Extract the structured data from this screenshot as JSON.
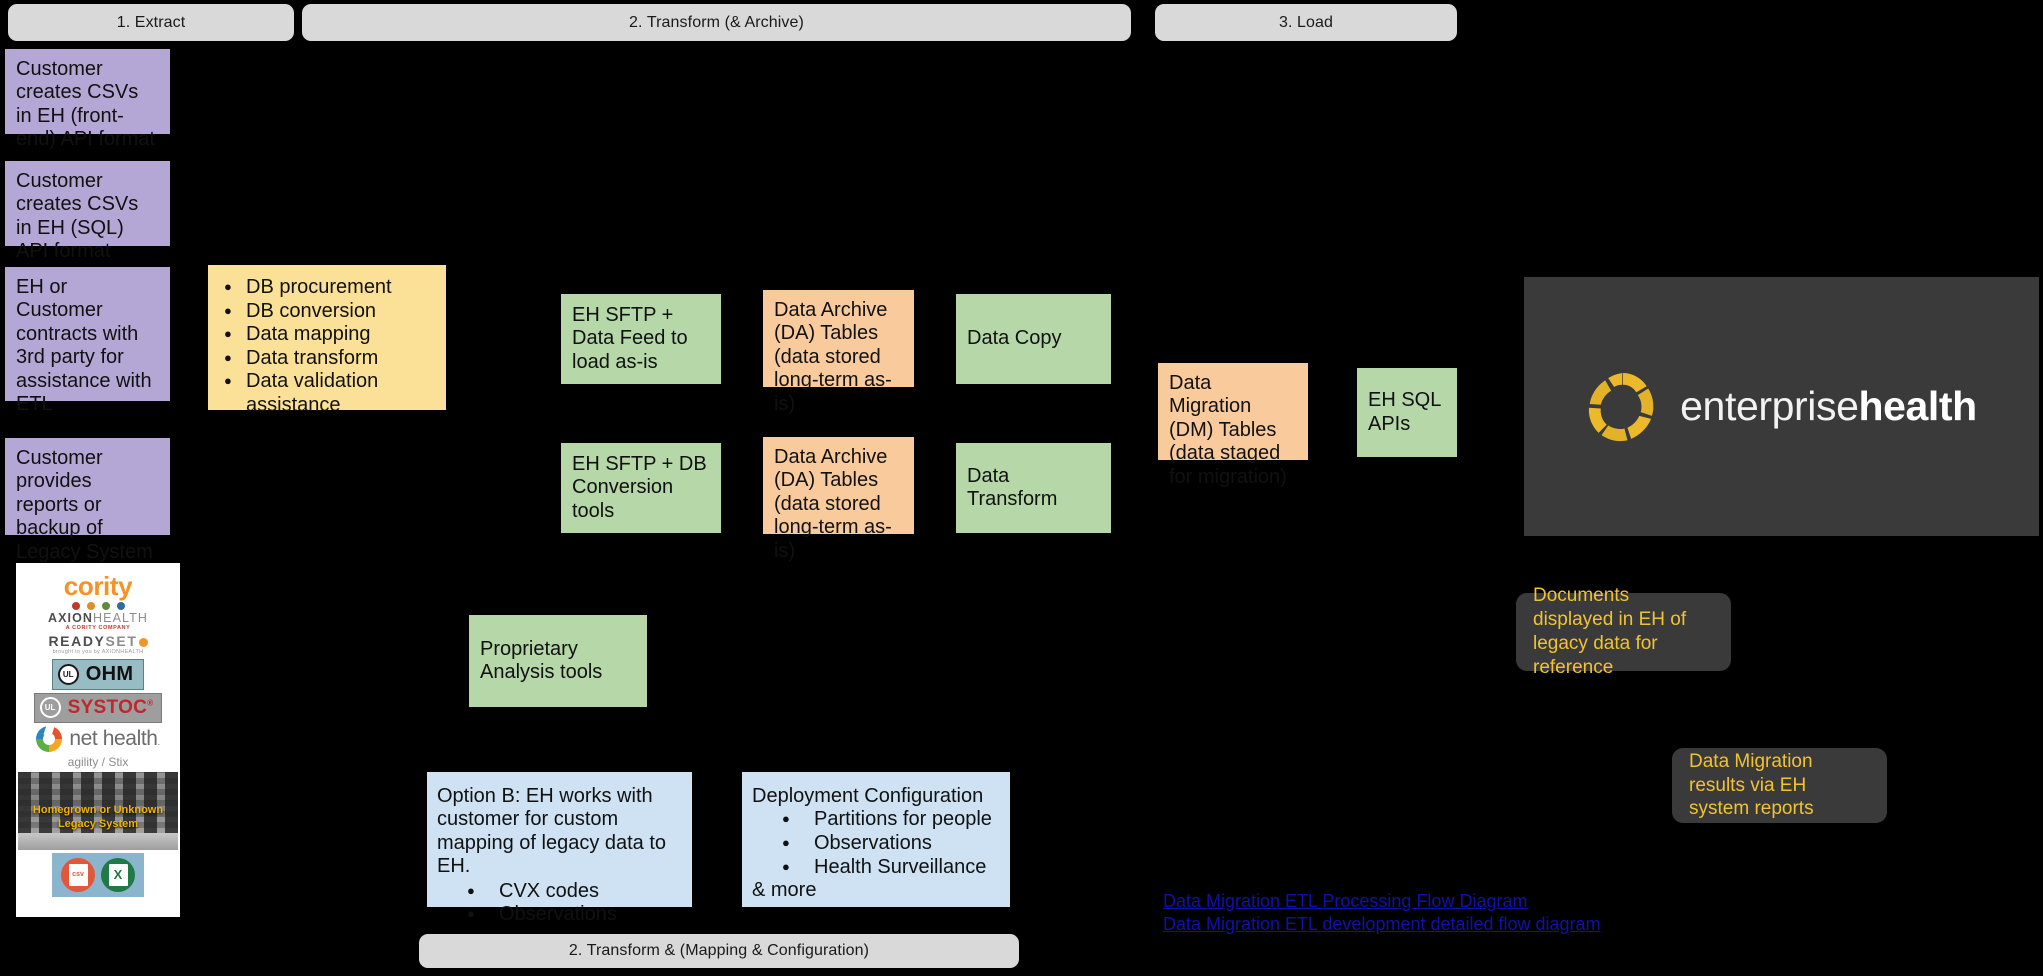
{
  "phases": [
    {
      "id": "extract",
      "label": "1. Extract"
    },
    {
      "id": "transform",
      "label": "2. Transform (& Archive)"
    },
    {
      "id": "load",
      "label": "3. Load"
    }
  ],
  "bottom_phase": {
    "label": "2. Transform & (Mapping & Configuration)"
  },
  "extract_column": {
    "boxes": [
      {
        "id": "csv-frontend",
        "text": "Customer creates CSVs in EH (front-end) API format"
      },
      {
        "id": "csv-sql",
        "text": "Customer creates CSVs in EH (SQL) API format"
      },
      {
        "id": "third-party",
        "text": "EH or Customer contracts with 3rd party for assistance with ETL"
      },
      {
        "id": "legacy-backup",
        "text": "Customer provides reports or backup of Legacy System"
      }
    ]
  },
  "third_party_services": {
    "id": "db-services",
    "items": [
      "DB procurement",
      "DB conversion",
      "Data mapping",
      "Data transform",
      "Data validation assistance"
    ]
  },
  "transform_boxes": {
    "sftp_data_feed": {
      "text": "EH SFTP + Data Feed to load as-is"
    },
    "sftp_db_conv": {
      "text": "EH SFTP + DB Conversion tools"
    },
    "archive_top": {
      "text": "Data Archive (DA) Tables (data stored long-term as-is)"
    },
    "archive_bottom": {
      "text": "Data Archive (DA) Tables (data stored long-term as-is)"
    },
    "data_copy": {
      "text": "Data Copy"
    },
    "data_transform": {
      "text": "Data Transform"
    },
    "analysis_tools": {
      "text": "Proprietary Analysis tools"
    }
  },
  "load_boxes": {
    "dm_tables": {
      "text": "Data Migration (DM) Tables (data staged for migration)"
    },
    "eh_sql_apis": {
      "text": "EH SQL APIs"
    }
  },
  "mapping_config": {
    "option_b": {
      "heading": "Option B: EH works with customer for custom mapping of legacy data to EH.",
      "items": [
        "CVX codes",
        "Observations"
      ]
    },
    "deployment": {
      "heading": "Deployment Configuration",
      "items": [
        "Partitions for people",
        "Observations",
        "Health Surveillance"
      ],
      "footer": "& more"
    }
  },
  "notes": [
    {
      "id": "documents-displayed",
      "text": "Documents displayed in EH of legacy data for reference"
    },
    {
      "id": "dm-results",
      "text": "Data Migration results via EH system reports"
    }
  ],
  "links": [
    {
      "id": "etl-processing-flow",
      "label": "Data Migration ETL Processing Flow Diagram"
    },
    {
      "id": "etl-detailed-flow",
      "label": "Data Migration ETL development detailed flow diagram"
    }
  ],
  "brand": {
    "logo_word_light": "enterprise",
    "logo_word_bold": "health",
    "logo_mark": "sun-ring-icon",
    "accent": "#f5c029",
    "panel_bg": "#3a3a3a"
  },
  "vendors": {
    "cority": {
      "name": "cority"
    },
    "axion": {
      "name_bold": "AXION",
      "name_light": "HEALTH",
      "tagline": "A CORITY COMPANY"
    },
    "readyset": {
      "name_bold": "READY",
      "name_light": "SET",
      "tagline": "brought to you by AXIONHEALTH"
    },
    "ohm": {
      "mark": "UL",
      "name": "OHM"
    },
    "systoc": {
      "mark": "UL",
      "name": "SYSTOC",
      "sup": "®"
    },
    "nethealth": {
      "name": "net health",
      "dot": ".",
      "sub": "agility / Stix"
    },
    "legacy": {
      "caption_line1": "Homegrown or Unknown",
      "caption_line2": "Legacy System"
    },
    "files": {
      "csv_label": "csv",
      "xls_label": "X"
    }
  },
  "palette": {
    "purple": "#b4a7d6",
    "yellow": "#fbe198",
    "green": "#b6d7a8",
    "orange": "#f9cb9c",
    "blue": "#cfe2f3",
    "tab_gray": "#d9d9d9",
    "note_bg": "#3a3a3a",
    "note_text": "#f1c232",
    "link": "#1111aa",
    "canvas": "#000000"
  }
}
